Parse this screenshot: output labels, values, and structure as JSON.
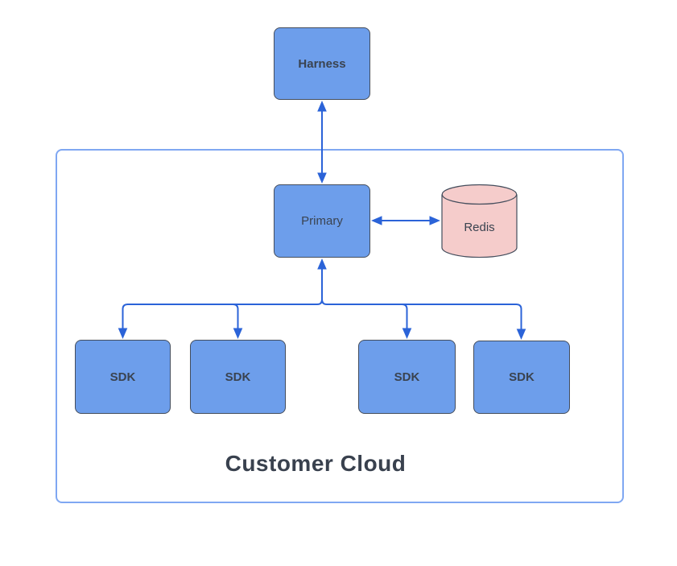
{
  "diagram": {
    "type": "architecture-flowchart",
    "container_label": "Customer Cloud",
    "nodes": {
      "harness": {
        "label": "Harness",
        "shape": "rounded-rect"
      },
      "primary": {
        "label": "Primary",
        "shape": "rounded-rect"
      },
      "redis": {
        "label": "Redis",
        "shape": "database-cylinder"
      },
      "sdk1": {
        "label": "SDK",
        "shape": "rounded-rect"
      },
      "sdk2": {
        "label": "SDK",
        "shape": "rounded-rect"
      },
      "sdk3": {
        "label": "SDK",
        "shape": "rounded-rect"
      },
      "sdk4": {
        "label": "SDK",
        "shape": "rounded-rect"
      }
    },
    "edges": [
      {
        "from": "harness",
        "to": "primary",
        "style": "double-headed-arrow"
      },
      {
        "from": "primary",
        "to": "redis",
        "style": "double-headed-arrow"
      },
      {
        "from": "sdk-tree-junction",
        "to": "primary",
        "style": "arrow"
      },
      {
        "from": "primary",
        "to": "sdk1",
        "style": "tree-arrow"
      },
      {
        "from": "primary",
        "to": "sdk2",
        "style": "tree-arrow"
      },
      {
        "from": "primary",
        "to": "sdk3",
        "style": "tree-arrow"
      },
      {
        "from": "primary",
        "to": "sdk4",
        "style": "tree-arrow"
      }
    ],
    "colors": {
      "node_fill": "#6D9EEB",
      "node_border": "#444D5C",
      "node_text": "#3A4350",
      "arrow": "#2B63D8",
      "container_border": "#7FA7F2",
      "cylinder_fill": "#F5CCCB",
      "title_text": "#39414E",
      "background": "#FFFFFF"
    }
  }
}
